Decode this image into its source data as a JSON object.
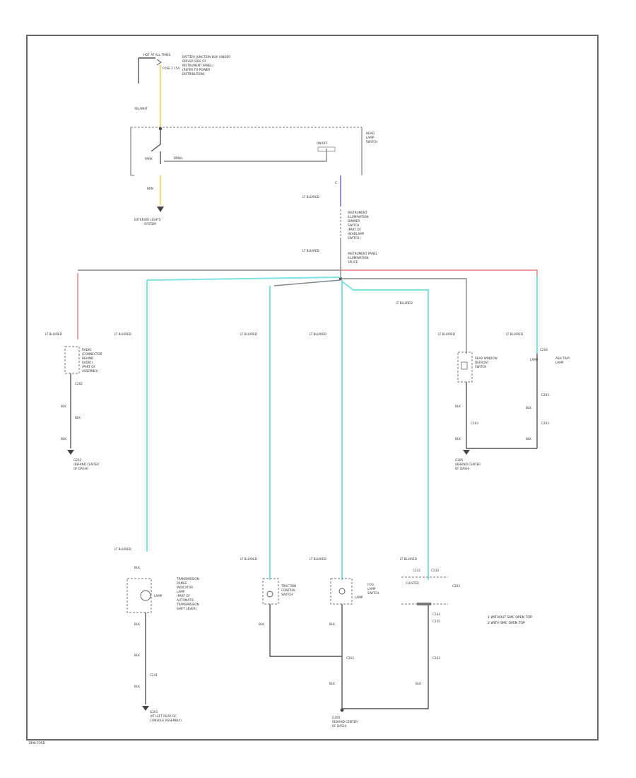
{
  "colors": {
    "wire_black": "#555555",
    "wire_red": "#e87a7a",
    "wire_light_blue": "#7fe3e3",
    "wire_yellow": "#e8e08a",
    "wire_violet": "#9a8ee8"
  },
  "top": {
    "fuse_label": "HOT AT ALL TIMES",
    "fuse_sub": "FUSE 2 15A",
    "fuse_note": [
      "BATTERY JUNCTION BOX (UNDER",
      "DRIVER SIDE OF",
      "INSTRUMENT PANEL)",
      "(REFER TO POWER",
      "DISTRIBUTION)"
    ],
    "wire_fuse": "YEL/WHT",
    "switch_label": [
      "HEAD",
      "LAMP",
      "SWITCH"
    ],
    "switch_term": "ON/OFF",
    "switch_pin": "PARK",
    "switch_wire": "BRN/L",
    "ground_wire": "BRN",
    "exterior_ref": [
      "EXTERIOR LIGHTS",
      "SYSTEM"
    ],
    "dimmer_wire": "LT BLU/RED",
    "dimmer_pin": "C",
    "dimmer_label": [
      "INSTRUMENT",
      "ILLUMINATION",
      "DIMMER",
      "SWITCH",
      "(PART OF",
      "HEADLAMP",
      "SWITCH)"
    ],
    "splice_wire": "LT BLU/RED",
    "splice_label": [
      "INSTRUMENT PANEL",
      "ILLUMINATION",
      "SPLICE"
    ]
  },
  "branches": {
    "radio": {
      "wire": "LT BLU/RED",
      "label": [
        "RADIO",
        "(CONNECTOR",
        "BEHIND",
        "RADIO)",
        "(PART OF",
        "ASSEMBLY)"
      ],
      "pin": "C202",
      "wire2": "BLK",
      "pin2": "BLK",
      "ground": [
        "G202",
        "(BEHIND CENTER",
        "OF DASH)"
      ]
    },
    "b2": {
      "wire": "LT BLU/RED"
    },
    "b3": {
      "wire": "LT BLU/RED"
    },
    "b4": {
      "wire": "LT BLU/RED"
    },
    "b5": {
      "wire": "LT BLU/RED"
    },
    "rear_defrost": {
      "wire": "LT BLU/RED",
      "label": [
        "REAR WINDOW",
        "DEFROST",
        "SWITCH"
      ],
      "pin": "BLK",
      "pin2": "C203",
      "wire2": "BLK"
    },
    "ash_tray": {
      "wire": "LT BLU/RED",
      "lamp": "LAMP",
      "label": [
        "ASH TRAY",
        "LAMP"
      ],
      "pin": "C204",
      "pin2": "C203",
      "wire2": "BLK"
    },
    "ground_g205": [
      "G205",
      "(BEHIND CENTER",
      "OF DASH)"
    ]
  },
  "lower": {
    "trans": {
      "wire": "LT BLU/RED",
      "label": [
        "TRANSMISSION",
        "RANGE",
        "INDICATOR",
        "LAMP",
        "(PART OF",
        "AUTOMATIC",
        "TRANSMISSION",
        "SHIFT LEVER)"
      ],
      "lamp": "LAMP",
      "pin": "C241",
      "wire2": "BLK",
      "wire3": "BLK",
      "ground": [
        "G201",
        "(AT LEFT REAR OF",
        "CONSOLE ASSEMBLY)"
      ]
    },
    "traction": {
      "wire": "LT BLU/RED",
      "label": [
        "TRACTION",
        "CONTROL",
        "SWITCH"
      ],
      "wire2": "BLK"
    },
    "fog": {
      "wire": "LT BLU/RED",
      "label": [
        "FOG",
        "LAMP",
        "SWITCH"
      ],
      "lamp": "LAMP",
      "pin": "C203",
      "wire2": "BLK"
    },
    "cluster": {
      "wire": "LT BLU/RED",
      "pin_a": "C232",
      "pin_b": "C233",
      "label": "CLUSTER",
      "pins_c": [
        "C234",
        "C235"
      ],
      "pin_right": "C203",
      "pin_bottom": "C203",
      "wire2": "BLK"
    },
    "ground_g200": [
      "G200",
      "(BEHIND CENTER",
      "OF DASH)"
    ]
  },
  "legend": [
    "1  WITHOUT SMC OPEN TOP",
    "2  WITH SMC OPEN TOP"
  ],
  "footer_code": "1998 FORD"
}
